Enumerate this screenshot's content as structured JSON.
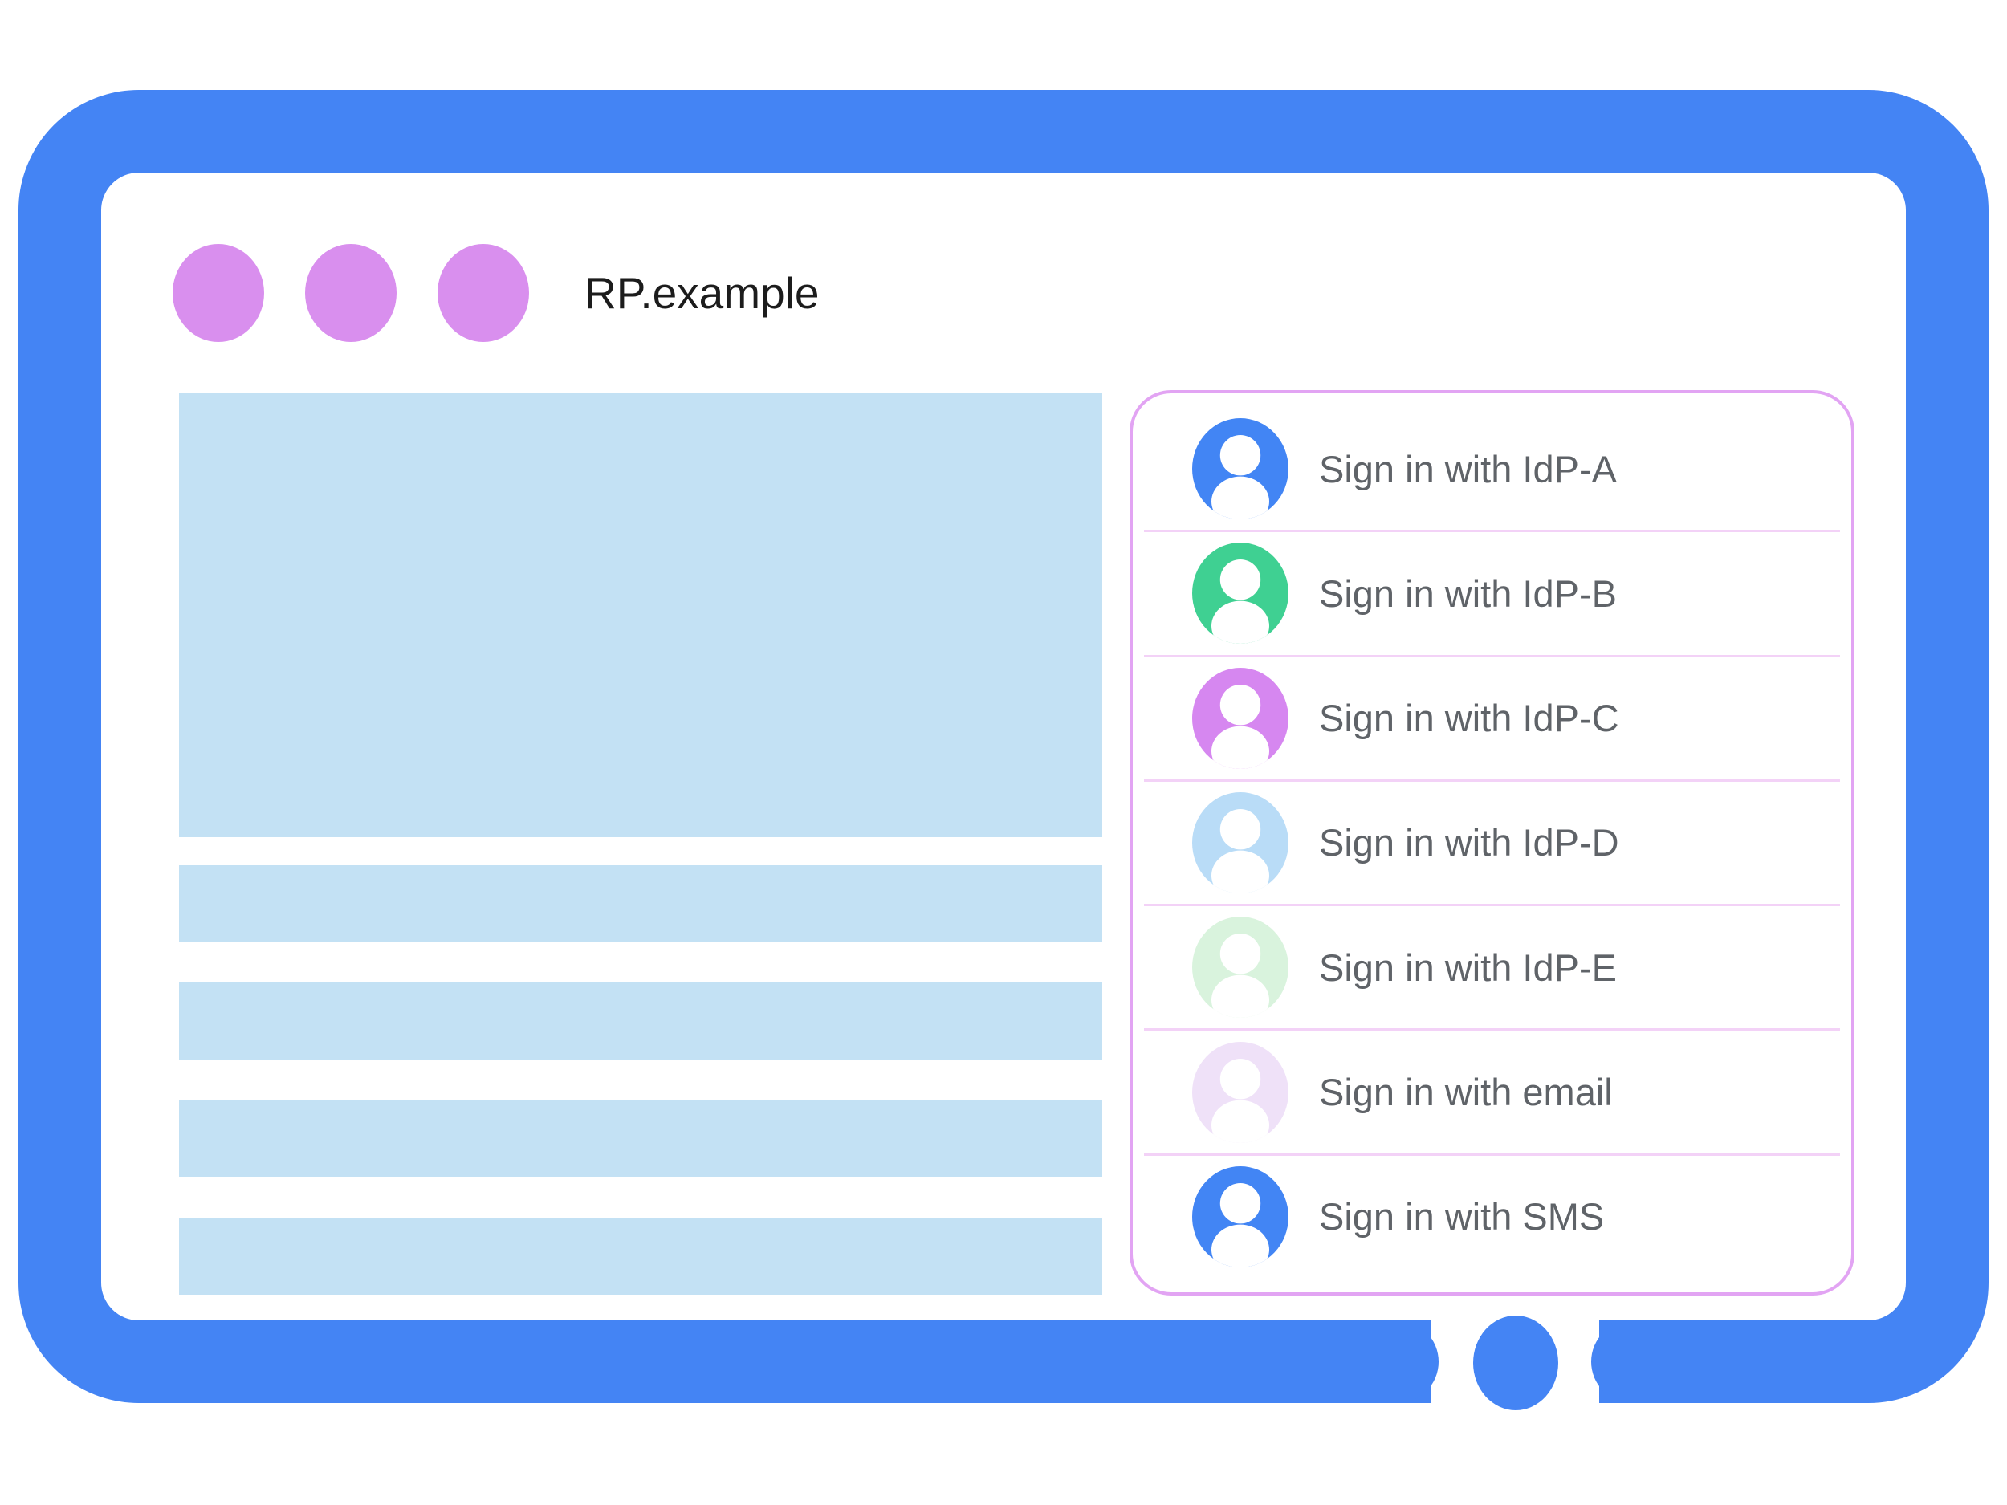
{
  "browser_window": {
    "title": "RP.example",
    "window_dots_count": 3
  },
  "signin_dialog": {
    "options": [
      {
        "label": "Sign in with IdP-A",
        "avatar_color": "#4285f4"
      },
      {
        "label": "Sign in with IdP-B",
        "avatar_color": "#3fd092"
      },
      {
        "label": "Sign in with IdP-C",
        "avatar_color": "#d687f0"
      },
      {
        "label": "Sign in with IdP-D",
        "avatar_color": "#b9dcf7"
      },
      {
        "label": "Sign in with IdP-E",
        "avatar_color": "#d9f3dd"
      },
      {
        "label": "Sign in with email",
        "avatar_color": "#efe1f8"
      },
      {
        "label": "Sign in with SMS",
        "avatar_color": "#4285f4"
      }
    ],
    "avatar_icon": "person-icon"
  },
  "colors": {
    "frame-blue": "#4484f4",
    "placeholder-blue": "#c3e1f4",
    "dot-purple": "#d98fee",
    "panel-border": "#e2a4f3",
    "separator-pink": "#f3d2f7",
    "label-gray": "#5f6368",
    "title-black": "#1c1c1c"
  }
}
